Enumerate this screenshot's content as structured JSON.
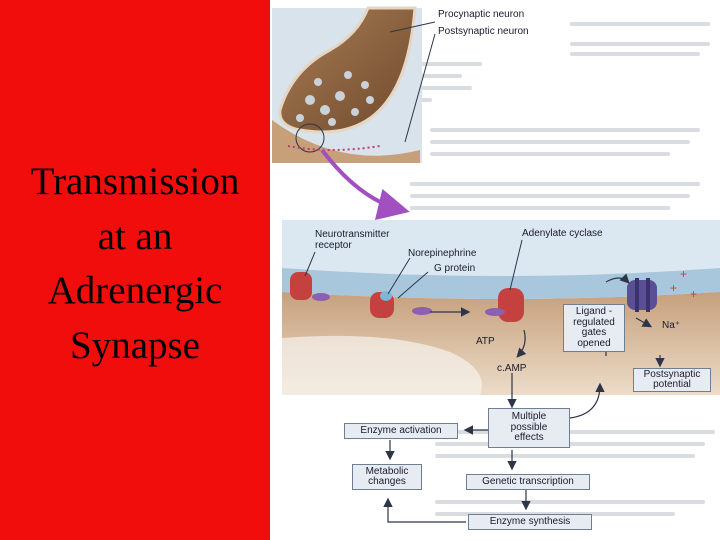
{
  "slide": {
    "title_lines": [
      "Transmission",
      "at an",
      "Adrenergic",
      "Synapse"
    ]
  },
  "labels": {
    "presynaptic": "Procynaptic neuron",
    "postsynaptic": "Postsynaptic neuron",
    "nt_receptor_1": "Neurotransmitter",
    "nt_receptor_2": "receptor",
    "norepinephrine": "Norepinephrine",
    "g_protein": "G protein",
    "adenylate_cyclase": "Adenylate cyclase",
    "atp": "ATP",
    "camp": "c.AMP",
    "na": "Na⁺"
  },
  "boxes": {
    "ligand_gates": [
      "Ligand -",
      "regulated",
      "gates",
      "opened"
    ],
    "postsynaptic_potential": [
      "Postsynaptic",
      "potential"
    ],
    "multiple_effects": [
      "Multiple",
      "possible",
      "effects"
    ],
    "enzyme_activation": "Enzyme activation",
    "metabolic_changes": [
      "Metabolic",
      "changes"
    ],
    "genetic_transcription": "Genetic transcription",
    "enzyme_synthesis": "Enzyme synthesis"
  },
  "colors": {
    "panel": "#f20d0d",
    "receptor": "#c4413f",
    "channel": "#5a4e94",
    "neuron": "#8a5f3c",
    "membrane": "#a8c7dc"
  }
}
